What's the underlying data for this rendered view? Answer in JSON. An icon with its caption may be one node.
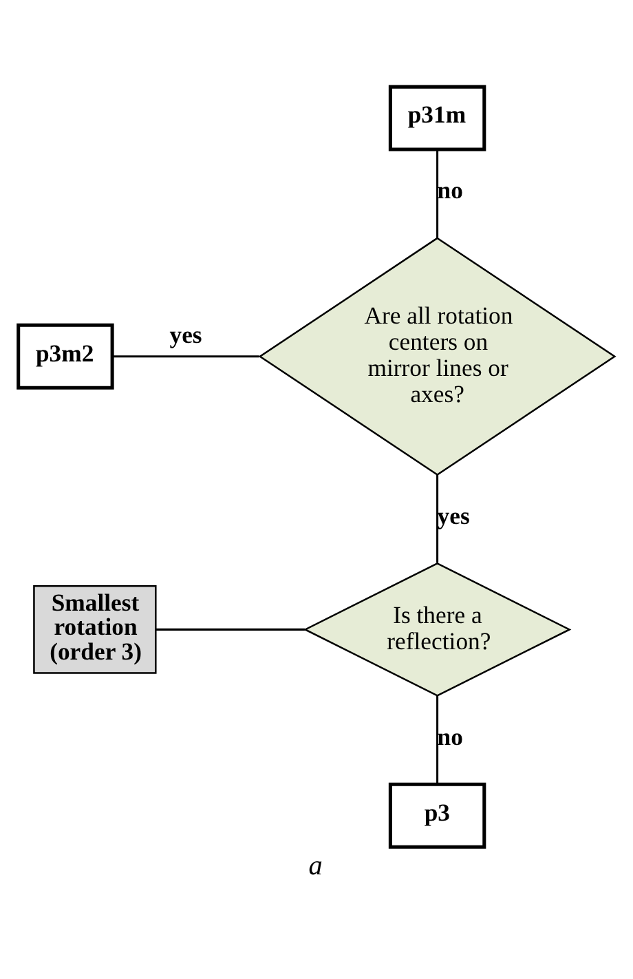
{
  "diagram": {
    "caption": "a",
    "nodes": [
      {
        "text": [
          "p31m"
        ]
      },
      {
        "text": [
          "Are all rotation centers on mirror lines or axes?"
        ]
      },
      {
        "text": [
          "p3m2"
        ]
      },
      {
        "text": [
          "Smallest rotation (order 3)"
        ]
      },
      {
        "text": [
          "Is there a reflection?"
        ]
      },
      {
        "text": [
          "p3"
        ]
      }
    ],
    "edges": [
      {
        "from": 0,
        "to": 1,
        "arrow": "none",
        "label": "no"
      },
      {
        "from": 2,
        "to": 1,
        "arrow": "none",
        "label": "yes"
      },
      {
        "from": 1,
        "to": 4,
        "arrow": "none",
        "label": "yes"
      },
      {
        "from": 3,
        "to": 4,
        "arrow": "none"
      },
      {
        "from": 4,
        "to": 5,
        "arrow": "none",
        "label": "no"
      }
    ]
  }
}
